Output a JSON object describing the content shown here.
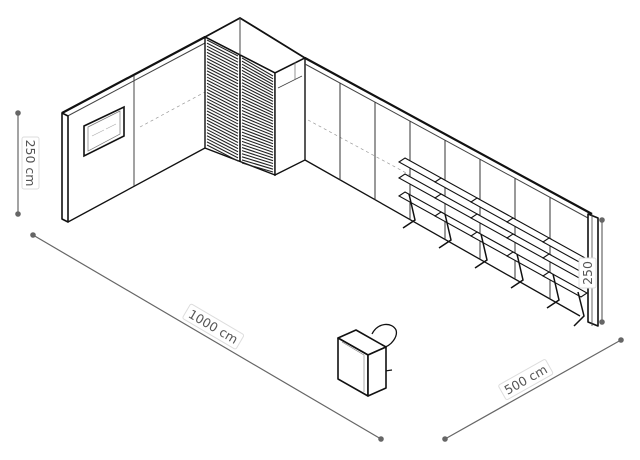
{
  "dimensions": {
    "height_left": "250 cm",
    "length": "1000 cm",
    "depth": "500 cm",
    "height_right": "250"
  },
  "colors": {
    "line": "#111111",
    "thin": "#555555",
    "dimension": "#666666",
    "slat": "#222222"
  }
}
